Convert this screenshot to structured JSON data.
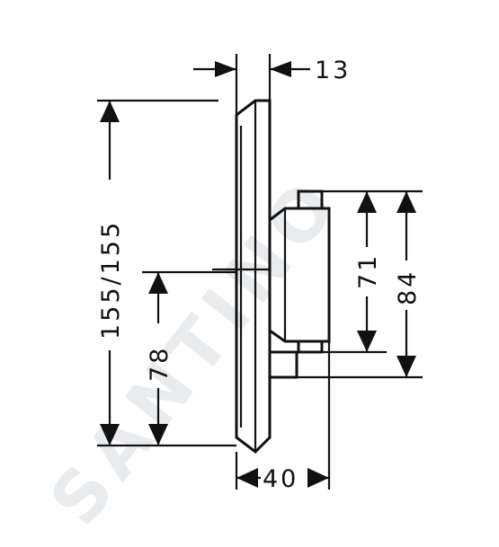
{
  "watermark": "SANTINO",
  "dimensions": {
    "top_width": "13",
    "total_height": "155/155",
    "center_height": "78",
    "box_height": "71",
    "box_outer_height": "84",
    "depth": "40"
  },
  "colors": {
    "line": "#111111",
    "watermark": "#e9ecef"
  }
}
